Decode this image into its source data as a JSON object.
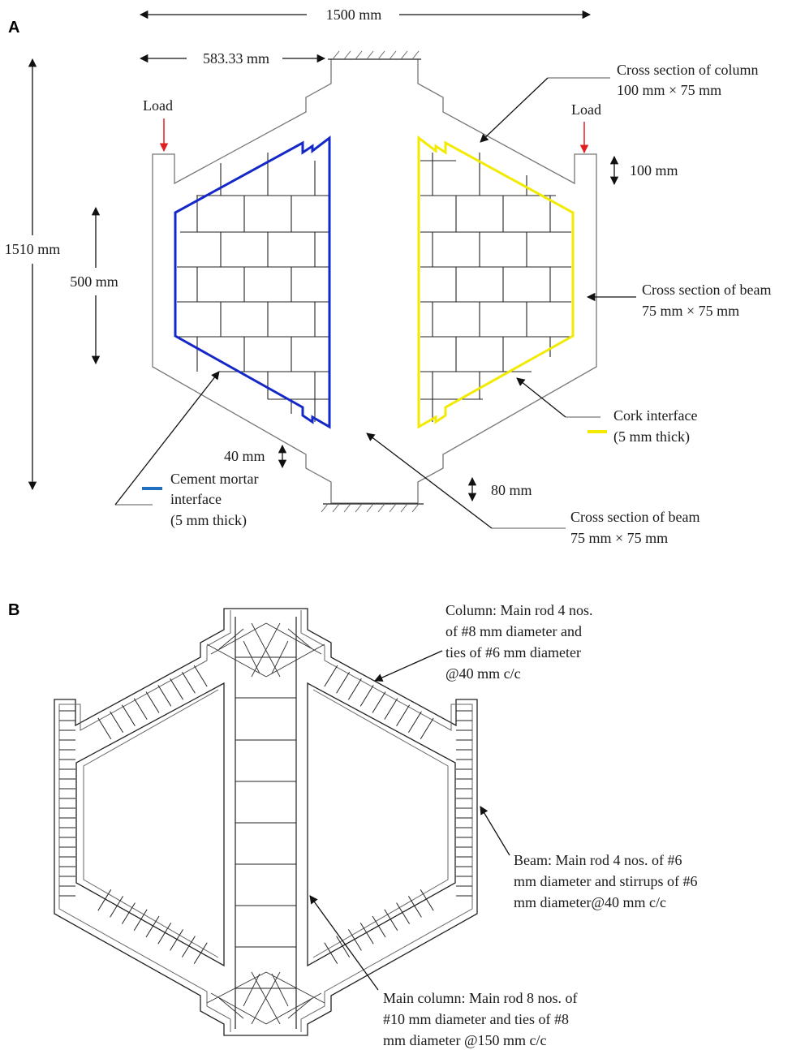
{
  "panelA": {
    "label": "A",
    "dims": {
      "width_total": "1500 mm",
      "offset": "583.33 mm",
      "height_total": "1510 mm",
      "opening": "500 mm",
      "top_step": "100 mm",
      "left_step": "40 mm",
      "bottom_step": "80 mm"
    },
    "load_left": "Load",
    "load_right": "Load",
    "column_section": [
      "Cross section of column",
      "100 mm × 75 mm"
    ],
    "beam_section_right": [
      "Cross section of beam",
      "75 mm × 75 mm"
    ],
    "beam_section_bottom": [
      "Cross section of beam",
      "75 mm × 75 mm"
    ],
    "cork": [
      "Cork interface",
      "(5 mm thick)"
    ],
    "cement": [
      "Cement mortar",
      "interface",
      "(5 mm thick)"
    ],
    "colors": {
      "cement": "#1428c8",
      "cork": "#f2ea00",
      "load": "#e02020",
      "cement_legend": "#1f6fc0"
    }
  },
  "panelB": {
    "label": "B",
    "column_note": [
      "Column: Main rod 4 nos.",
      "of #8 mm diameter and",
      "ties of #6 mm diameter",
      "@40 mm c/c"
    ],
    "beam_note": [
      "Beam: Main rod 4 nos. of #6",
      "mm diameter and stirrups of #6",
      "mm diameter@40 mm c/c"
    ],
    "main_column_note": [
      "Main column: Main rod 8 nos. of",
      "#10 mm diameter and ties of #8",
      "mm diameter @150 mm c/c"
    ]
  }
}
